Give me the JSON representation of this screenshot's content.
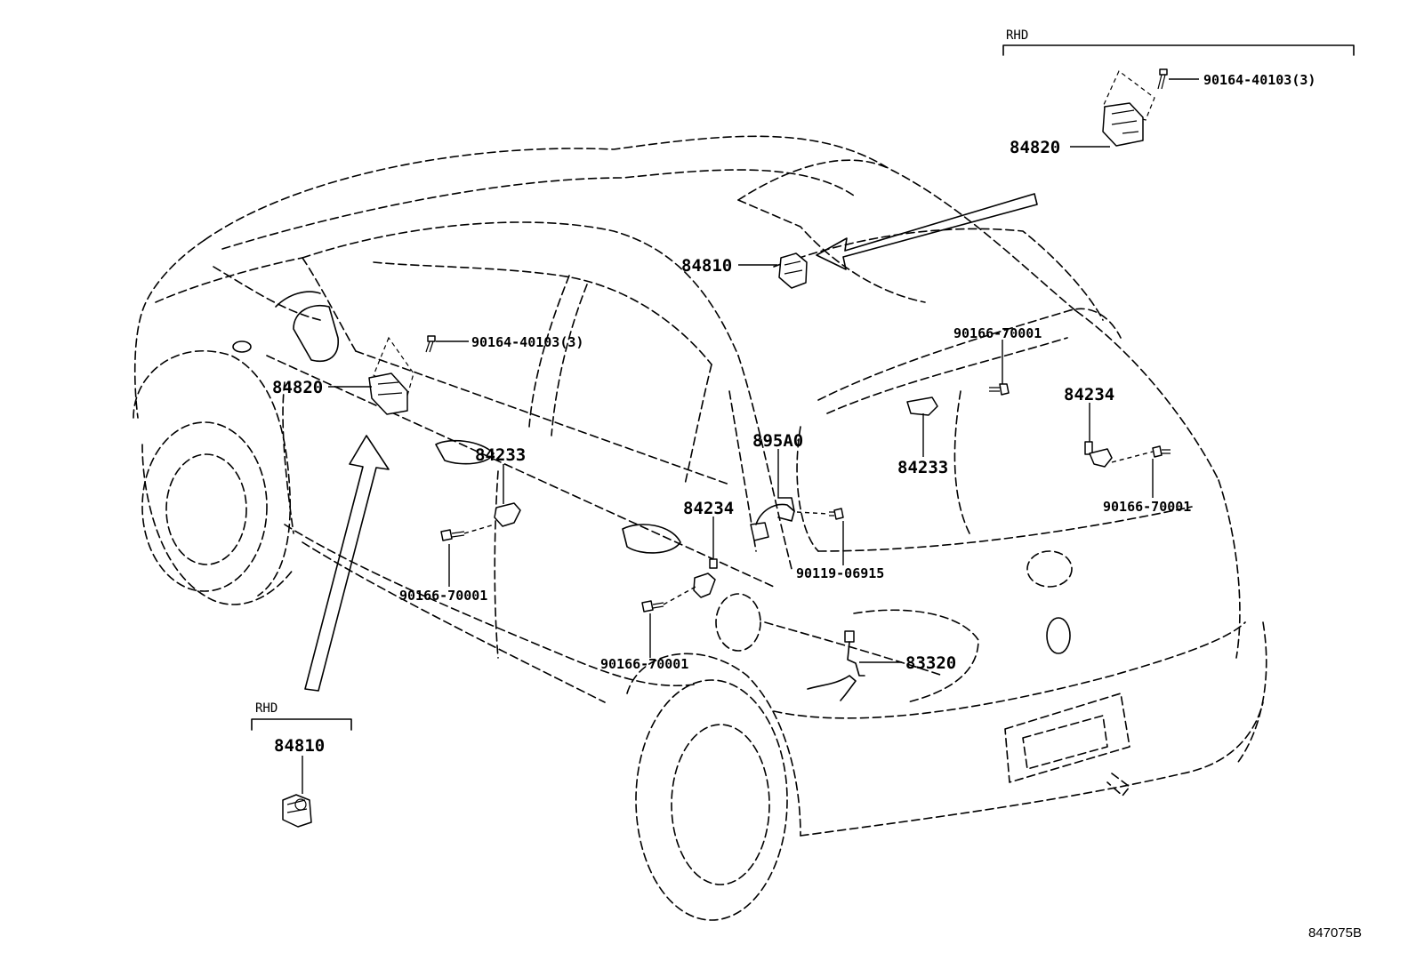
{
  "diagram": {
    "drawing_number": "847075B",
    "groups": {
      "rhd_top_right": "RHD",
      "rhd_bottom_left": "RHD"
    },
    "callouts": {
      "p84820_rhd": "84820",
      "p90164_rhd": "90164-40103(3)",
      "p84810_main": "84810",
      "p90164_main": "90164-40103(3)",
      "p84820_main": "84820",
      "p84233_front": "84233",
      "p90166_front": "90166-70001",
      "p84234_mid": "84234",
      "p90166_mid": "90166-70001",
      "p895A0": "895A0",
      "p90119": "90119-06915",
      "p83320": "83320",
      "p90166_rear_top": "90166-70001",
      "p84233_rear": "84233",
      "p84234_rear": "84234",
      "p90166_rear_right": "90166-70001",
      "p84810_rhd": "84810"
    }
  }
}
